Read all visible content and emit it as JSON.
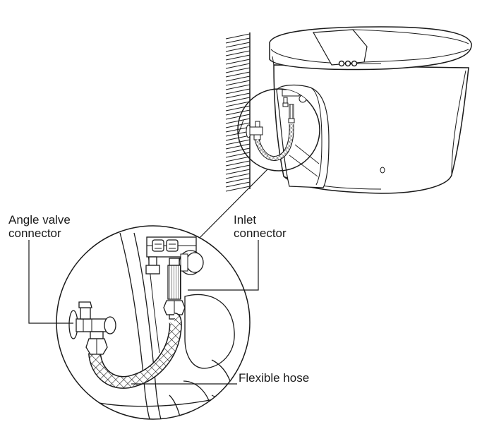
{
  "labels": {
    "angle_valve_line1": "Angle valve",
    "angle_valve_line2": "connector",
    "inlet_line1": "Inlet",
    "inlet_line2": "connector",
    "flexible_hose": "Flexible hose"
  },
  "colors": {
    "line": "#1a1a1a",
    "fill": "#ffffff",
    "shade": "#e6e6e6"
  }
}
